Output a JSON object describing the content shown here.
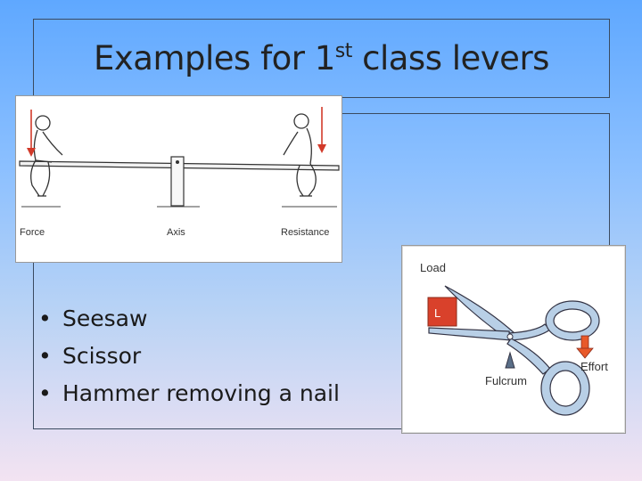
{
  "slide": {
    "title_main": "Examples for 1",
    "title_sup": "st",
    "title_rest": " class levers",
    "bullets": [
      {
        "marker": "•",
        "text": "Seesaw"
      },
      {
        "marker": "•",
        "text": "Scissor"
      },
      {
        "marker": "•",
        "text": "Hammer removing a nail"
      }
    ]
  },
  "seesaw_figure": {
    "label_force": "Force",
    "label_axis": "Axis",
    "label_resistance": "Resistance"
  },
  "scissor_figure": {
    "label_load": "Load",
    "label_load_box": "L",
    "label_fulcrum": "Fulcrum",
    "label_effort": "Effort",
    "load_color": "#d9412b",
    "effort_color": "#e8592a"
  }
}
